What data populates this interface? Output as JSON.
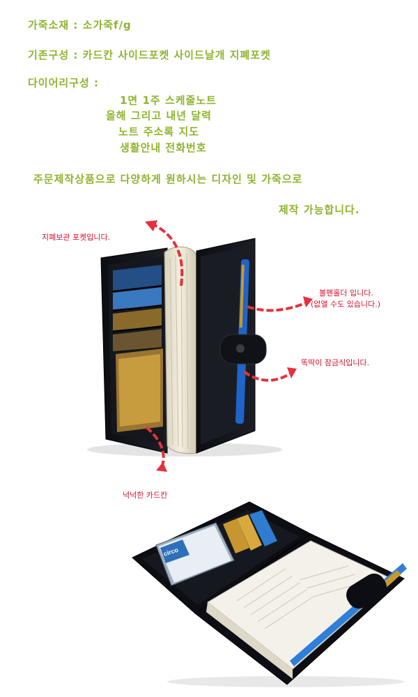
{
  "specs": {
    "material": "가죽소재 : 소가죽f/g",
    "components": "기존구성 : 카드칸 사이드포켓 사이드날개 지폐포켓",
    "diary_heading": "다이어리구성 :",
    "diary_items": [
      "1면 1주 스케줄노트",
      "올해 그리고 내년 달력",
      "노트 주소록 지도",
      "생활안내 전화번호"
    ],
    "custom_line1": "주문제작상품으로 다양하게 원하시는 디자인 및 가죽으로",
    "custom_line2": "제작 가능합니다."
  },
  "callouts": {
    "bill_pocket": "지폐보관 포켓입니다.",
    "pen_holder": "볼펜홀더 입니다.",
    "pen_holder_note": "(없앨 수도 있습니다.)",
    "snap": "똑딱이 잠금식입니다.",
    "card_slot": "넉넉한 카드칸"
  },
  "colors": {
    "spec_text": "#8db42e",
    "callout_text": "#d8102e",
    "arrow": "#e4313c"
  },
  "photos": [
    {
      "name": "wallet-open-upright-photo"
    },
    {
      "name": "wallet-open-flat-photo",
      "card_text": "circo"
    }
  ]
}
